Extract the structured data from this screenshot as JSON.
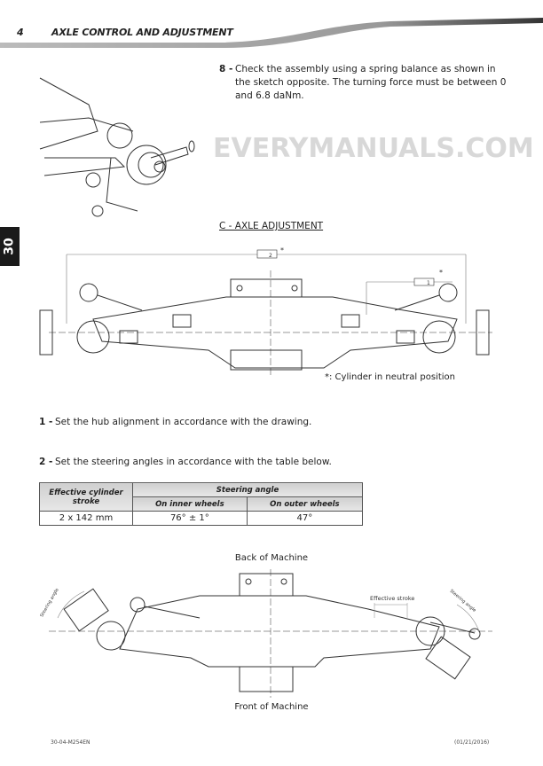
{
  "header": {
    "page_number": "4",
    "title": "AXLE CONTROL AND ADJUSTMENT"
  },
  "side_tab": "30",
  "step8": {
    "number": "8 -",
    "text": "Check the assembly using a spring balance as shown in the sketch opposite. The turning force must be between 0 and 6.8 daNm."
  },
  "section_title": "C - AXLE ADJUSTMENT",
  "diagram1": {
    "tolerance_parallel": "2",
    "tolerance_perp": "1",
    "asterisk": "*",
    "note": "*: Cylinder in neutral position"
  },
  "step1": {
    "number": "1 -",
    "text": "Set the hub alignment in accordance with the drawing."
  },
  "step2": {
    "number": "2 -",
    "text": "Set the steering angles in accordance with the table below."
  },
  "table": {
    "col1_header": "Effective cylinder stroke",
    "group_header": "Steering angle",
    "col2_header": "On inner wheels",
    "col3_header": "On outer wheels",
    "rows": [
      [
        "2 x 142 mm",
        "76° ± 1°",
        "47°"
      ]
    ]
  },
  "diagram2": {
    "back_label": "Back of Machine",
    "front_label": "Front of Machine",
    "effective_stroke": "Effective stroke",
    "steering_angle": "Steering angle"
  },
  "footer": {
    "doc_code": "30-04-M254EN",
    "date": "(01/21/2016)"
  },
  "watermark": "EVERYMANUALS.COM"
}
